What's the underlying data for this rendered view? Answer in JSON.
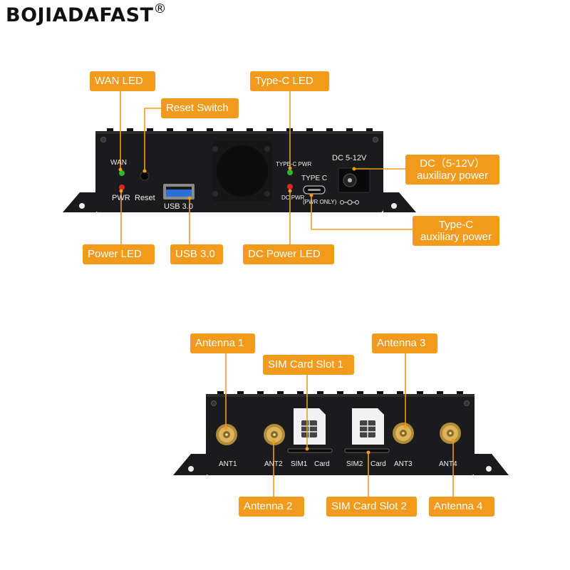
{
  "brand": {
    "name": "BOJIADAFAST",
    "mark": "®"
  },
  "front_panel": {
    "callouts": {
      "wan_led": "WAN LED",
      "reset_switch": "Reset Switch",
      "type_c_led": "Type-C LED",
      "dc_aux_power": [
        "DC（5-12V）",
        "auxiliary power"
      ],
      "type_c_aux_power": [
        "Type-C",
        "auxiliary power"
      ],
      "power_led": "Power LED",
      "usb3": "USB 3.0",
      "dc_power_led": "DC Power LED"
    },
    "printed": {
      "wan": "WAN",
      "pwr": "PWR",
      "reset": "Reset",
      "usb": "USB  3.0",
      "type_c_pwr": "TYPE-C PWR",
      "dc_pwr": "DC PWR",
      "type_c": "TYPE C",
      "pwr_only": "(PWR ONLY)",
      "dc_rating": "DC 5-12V"
    }
  },
  "rear_panel": {
    "callouts": {
      "antenna1": "Antenna 1",
      "antenna2": "Antenna 2",
      "antenna3": "Antenna 3",
      "antenna4": "Antenna 4",
      "sim1_slot": "SIM Card Slot 1",
      "sim2_slot": "SIM Card Slot 2"
    },
    "printed": {
      "ant1": "ANT1",
      "ant2": "ANT2",
      "ant3": "ANT3",
      "ant4": "ANT4",
      "sim1": "SIM1",
      "sim2": "SIM2",
      "card1": "Card",
      "card2": "Card"
    }
  },
  "colors": {
    "callout": "#f29a1b",
    "chassis": "#1b1b1d",
    "led_green": "#2fb52f",
    "led_red": "#e02323",
    "connector_gold": "#c99a3c",
    "usb_blue": "#2b6fd6"
  }
}
